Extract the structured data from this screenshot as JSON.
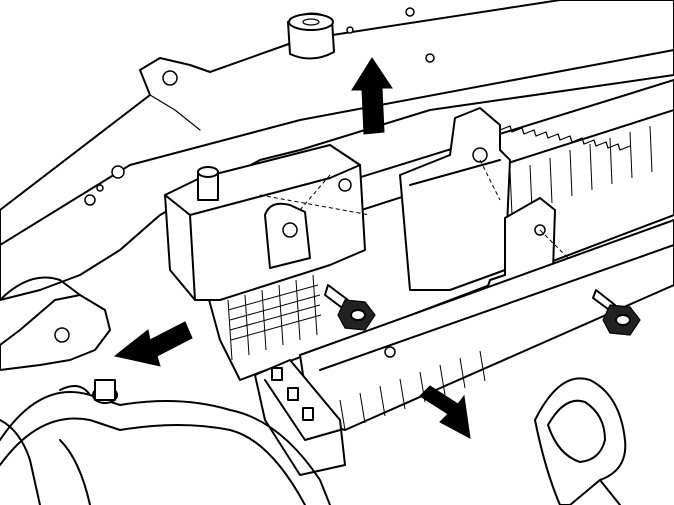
{
  "diagram": {
    "colors": {
      "line": "#000000",
      "paper": "#ffffff",
      "bolt": "#222222"
    },
    "arrows": [
      {
        "name": "arrow-up",
        "direction": "up"
      },
      {
        "name": "arrow-left",
        "direction": "down-left"
      },
      {
        "name": "arrow-down-right",
        "direction": "down-right"
      }
    ],
    "parts": [
      "cross-member",
      "left-bracket",
      "right-bracket",
      "radiator-core",
      "mount-bolt-left",
      "mount-bolt-right",
      "hose",
      "connector",
      "tool-handle"
    ]
  }
}
